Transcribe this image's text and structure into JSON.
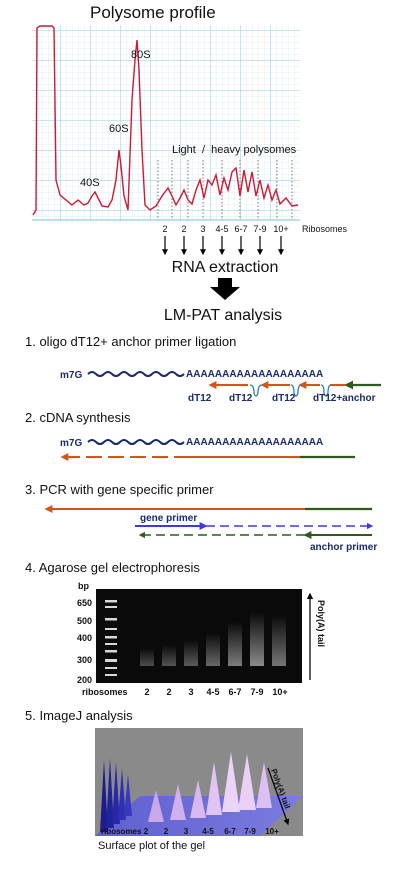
{
  "polysome": {
    "title": "Polysome profile",
    "peaks": [
      "40S",
      "60S",
      "80S"
    ],
    "annotation": "Light  /  heavy polysomes",
    "ribosome_axis_label": "Ribosomes",
    "fractions": [
      "2",
      "2",
      "3",
      "4-5",
      "6-7",
      "7-9",
      "10+"
    ]
  },
  "flow": {
    "rna_extraction": "RNA extraction",
    "lm_pat": "LM-PAT analysis"
  },
  "steps": {
    "s1": {
      "title": "1. oligo dT12+ anchor primer  ligation",
      "cap": "m7G",
      "polyA": "AAAAAAAAAAAAAAAAAAA",
      "primers": [
        "dT12",
        "dT12",
        "dT12",
        "dT12+anchor"
      ]
    },
    "s2": {
      "title": "2. cDNA synthesis",
      "cap": "m7G",
      "polyA": "AAAAAAAAAAAAAAAAAAA"
    },
    "s3": {
      "title": "3. PCR with gene specific primer",
      "gene_primer": "gene primer",
      "anchor_primer": "anchor primer"
    },
    "s4": {
      "title": "4. Agarose gel electrophoresis",
      "bp_label": "bp",
      "bp_markers": [
        "650",
        "500",
        "400",
        "300",
        "200"
      ],
      "lane_label": "ribosomes",
      "lanes": [
        "2",
        "2",
        "3",
        "4-5",
        "6-7",
        "7-9",
        "10+"
      ],
      "arrow_label": "Poly(A) tail"
    },
    "s5": {
      "title": "5. ImageJ analysis",
      "lane_label": "ribosomes",
      "lanes": [
        "2",
        "2",
        "3",
        "4-5",
        "6-7",
        "7-9",
        "10+"
      ],
      "arrow_label": "Poly(A) tail",
      "caption": "Surface plot of the gel"
    }
  },
  "colors": {
    "profile_line": "#cc1a33",
    "grid": "#9fd0e8",
    "navy": "#1a2a6c",
    "orange": "#d4541a",
    "green": "#2d5a1e",
    "blue": "#3a3ae0",
    "teal": "#2a7fb0"
  }
}
